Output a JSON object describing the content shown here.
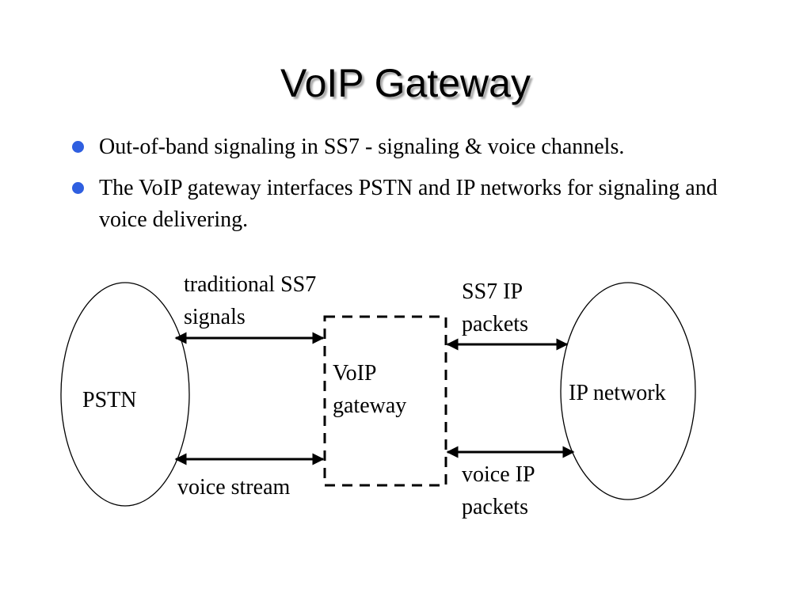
{
  "title": "VoIP Gateway",
  "bullets": [
    "Out-of-band signaling in SS7 - signaling & voice channels.",
    "The VoIP gateway interfaces PSTN and IP networks for signaling and voice delivering."
  ],
  "bullet_color": "#2f5fe0",
  "diagram": {
    "pstn_label": "PSTN",
    "gateway_label_line1": "VoIP",
    "gateway_label_line2": "gateway",
    "ip_network_label": "IP network",
    "ss7_signals_line1": "traditional SS7",
    "ss7_signals_line2": "signals",
    "voice_stream_label": "voice stream",
    "ss7_ip_line1": "SS7 IP",
    "ss7_ip_line2": "packets",
    "voice_ip_line1": "voice IP",
    "voice_ip_line2": "packets"
  }
}
